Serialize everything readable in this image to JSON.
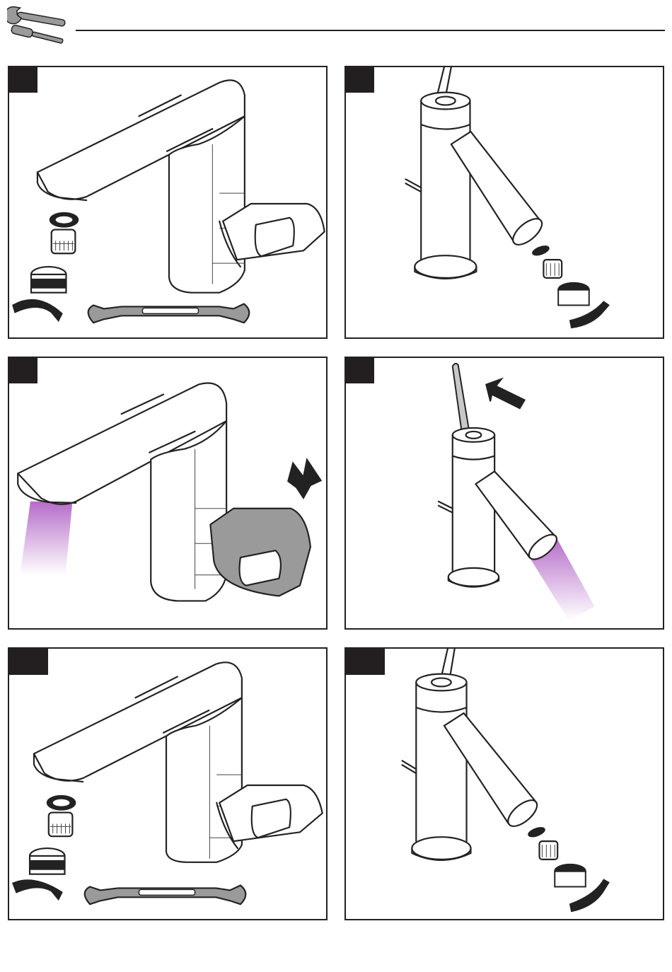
{
  "page": {
    "background": "#ffffff",
    "line_color": "#222222",
    "step_badge_color": "#231f20",
    "water_color": "#c77dd6",
    "tool_grey": "#9a9a9a"
  },
  "header": {
    "icon": "wrench-screwdriver-icon"
  },
  "panels": [
    {
      "id": "p1",
      "illustration": "basin-mixer-aerator-removal"
    },
    {
      "id": "p2",
      "illustration": "lever-mixer-aerator-removal"
    },
    {
      "id": "p3",
      "illustration": "basin-mixer-flushing"
    },
    {
      "id": "p4",
      "illustration": "lever-mixer-flushing"
    },
    {
      "id": "p5",
      "illustration": "basin-mixer-aerator-refit"
    },
    {
      "id": "p6",
      "illustration": "lever-mixer-aerator-refit"
    }
  ]
}
